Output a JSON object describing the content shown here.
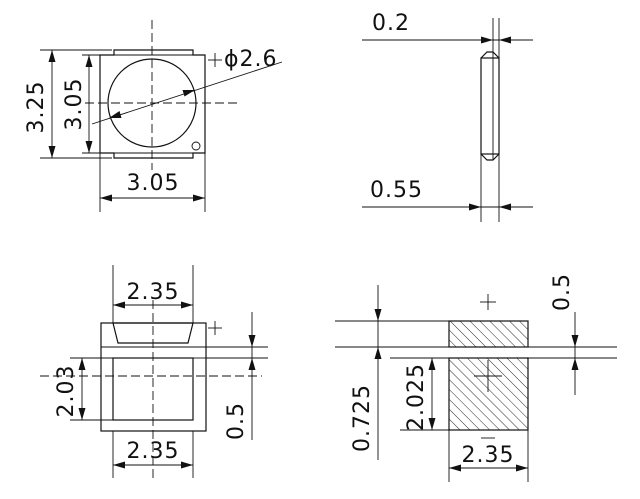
{
  "views": {
    "top_view": {
      "height_outer": "3.25",
      "height_inner": "3.05",
      "width": "3.05",
      "lens_diameter": "ϕ2.6"
    },
    "side_view": {
      "lens_thickness": "0.2",
      "body_thickness": "0.55"
    },
    "bottom_view": {
      "top_width": "2.35",
      "height": "2.03",
      "bottom_width": "2.35",
      "pad_gap": "0.5"
    },
    "footprint": {
      "pad_gap": "0.5",
      "pad_offset": "0.725",
      "pad_height": "2.025",
      "pad_width": "2.35"
    }
  },
  "colors": {
    "line": "#111111",
    "background": "#ffffff"
  }
}
